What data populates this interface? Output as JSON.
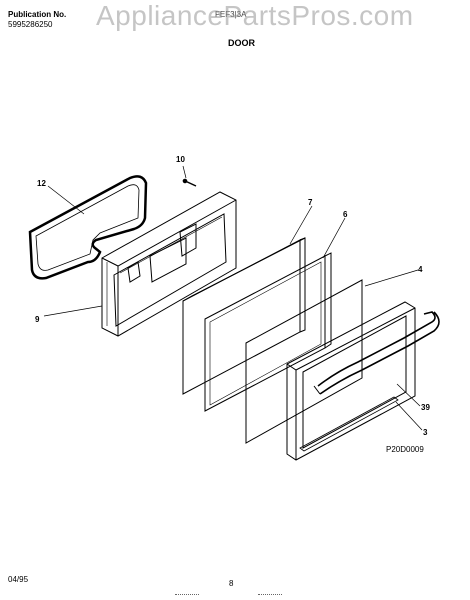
{
  "header": {
    "publication_label": "Publication No.",
    "publication_number": "5995286250",
    "model": "FEF3|3A",
    "section_title": "DOOR"
  },
  "watermark": "AppliancePartsPros.com",
  "diagram": {
    "code": "P20D0009",
    "callouts": [
      "12",
      "10",
      "9",
      "7",
      "6",
      "4",
      "39",
      "3"
    ]
  },
  "footer": {
    "date": "04/95",
    "page": "8"
  }
}
